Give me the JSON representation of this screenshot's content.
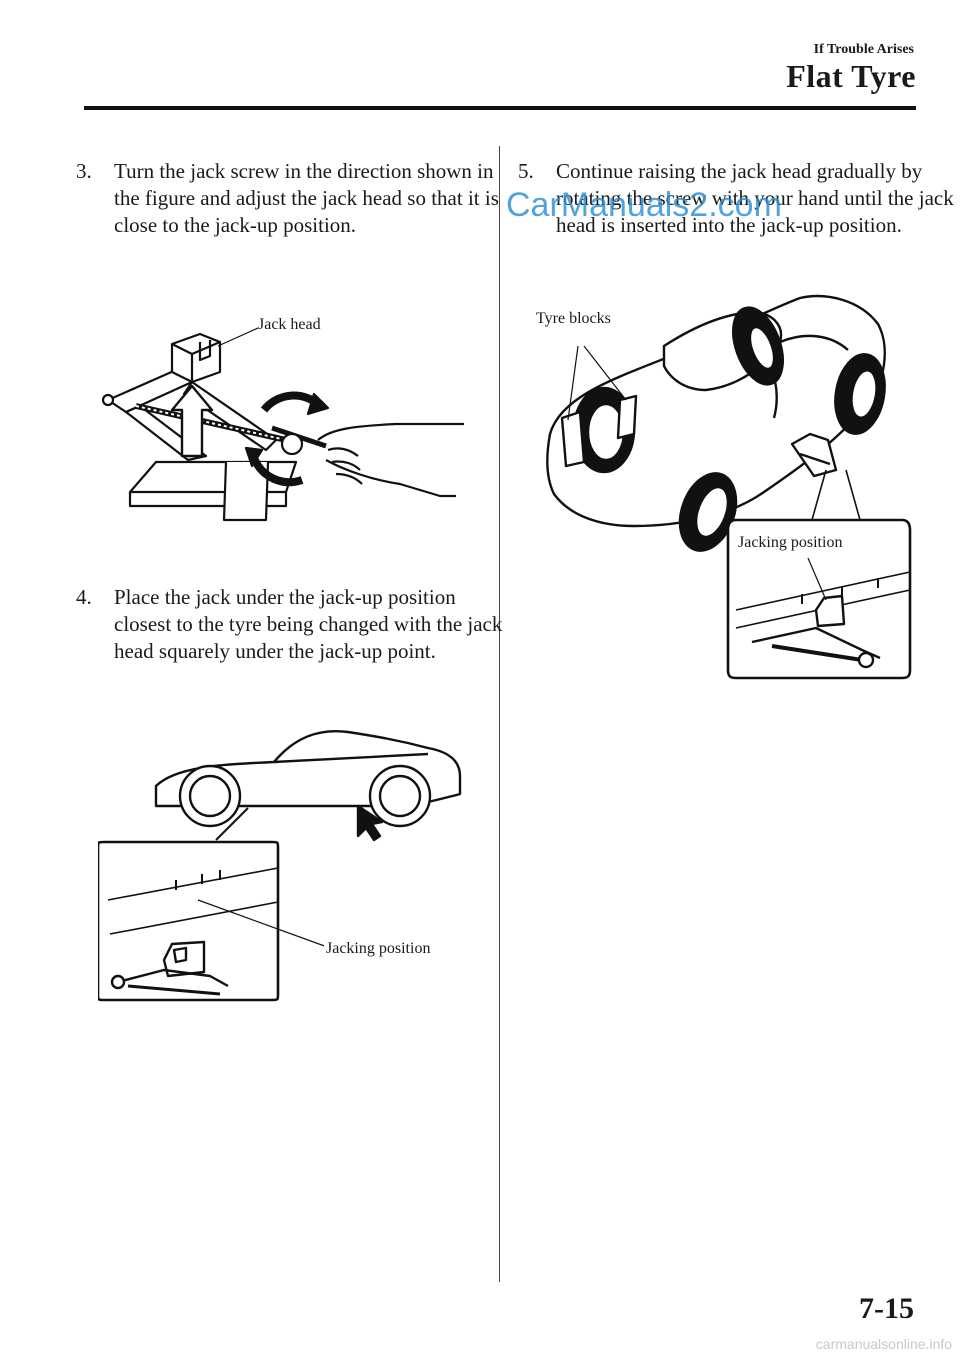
{
  "header": {
    "section": "If Trouble Arises",
    "chapter": "Flat Tyre"
  },
  "steps": [
    {
      "number": "3.",
      "text": "Turn the jack screw in the direction shown in the figure and adjust the jack head so that it is close to the jack-up position."
    },
    {
      "number": "4.",
      "text": "Place the jack under the jack-up position closest to the tyre being changed with the jack head squarely under the jack-up point."
    },
    {
      "number": "5.",
      "text": "Continue raising the jack head gradually by rotating the screw with your hand until the jack head is inserted into the jack-up position."
    }
  ],
  "figures": {
    "jack": {
      "label": "Jack head"
    },
    "car_side": {
      "label": "Jacking position"
    },
    "car_top": {
      "tyre_label": "Tyre blocks",
      "jacking_label": "Jacking position"
    }
  },
  "watermark": "CarManuals2.com",
  "page_number": "7-15",
  "footer_url": "carmanualsonline.info"
}
